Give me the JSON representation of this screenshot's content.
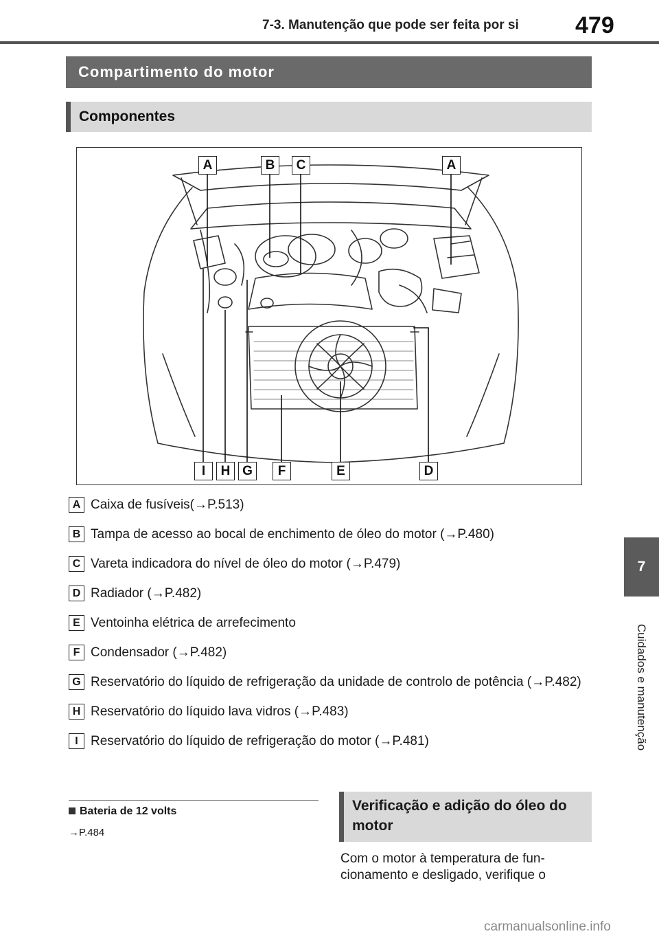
{
  "header": {
    "section": "7-3. Manutenção que pode ser feita por si",
    "page_number": "479"
  },
  "side_tab": {
    "chapter": "7",
    "label": "Cuidados e manutenção"
  },
  "section_title": "Compartimento do motor",
  "subsection_title": "Componentes",
  "figure_labels": {
    "top": [
      "A",
      "B",
      "C",
      "A"
    ],
    "bottom": [
      "I",
      "H",
      "G",
      "F",
      "E",
      "D"
    ]
  },
  "components": [
    {
      "letter": "A",
      "text": "Caixa de fusíveis(→P.513)"
    },
    {
      "letter": "B",
      "text": "Tampa de acesso ao bocal de enchimento de óleo do motor (→P.480)"
    },
    {
      "letter": "C",
      "text": "Vareta indicadora do nível de óleo do motor  (→P.479)"
    },
    {
      "letter": "D",
      "text": "Radiador (→P.482)"
    },
    {
      "letter": "E",
      "text": "Ventoinha elétrica de arrefecimento"
    },
    {
      "letter": "F",
      "text": "Condensador (→P.482)"
    },
    {
      "letter": "G",
      "text": "Reservatório do líquido de refrigeração da unidade de controlo de potência (→P.482)"
    },
    {
      "letter": "H",
      "text": "Reservatório do líquido lava vidros (→P.483)"
    },
    {
      "letter": "I",
      "text": "Reservatório do líquido de refrigeração do motor (→P.481)"
    }
  ],
  "note": {
    "title": "Bateria de 12 volts",
    "ref": "→P.484"
  },
  "verification": {
    "title": "Verificação e adição do óleo do motor",
    "body": "Com o motor à temperatura de fun-cionamento e desligado, verifique o"
  },
  "watermark": "carmanualsonline.info"
}
